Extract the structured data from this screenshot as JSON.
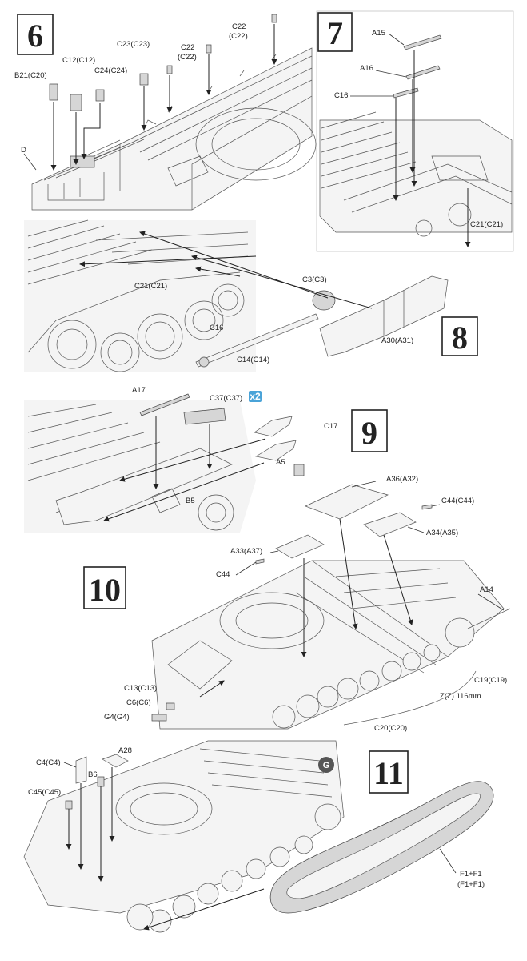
{
  "steps": {
    "s6": "6",
    "s7": "7",
    "s8": "8",
    "s9": "9",
    "s10": "10",
    "s11": "11"
  },
  "labels6": {
    "b21": "B21(C20)",
    "c12": "C12(C12)",
    "c23": "C23(C23)",
    "c24": "C24(C24)",
    "c22a": "C22",
    "c22a2": "(C22)",
    "c22b": "C22",
    "c22b2": "(C22)",
    "d": "D"
  },
  "labels7": {
    "a15": "A15",
    "a16": "A16",
    "c16": "C16",
    "c21": "C21(C21)"
  },
  "labels8": {
    "c21": "C21(C21)",
    "c16": "C16",
    "c3": "C3(C3)",
    "c14": "C14(C14)",
    "a30": "A30(A31)"
  },
  "labels9": {
    "a17": "A17",
    "c37": "C37(C37)",
    "x2": "x2",
    "c17": "C17",
    "a5": "A5",
    "b5": "B5"
  },
  "labels10": {
    "a36": "A36(A32)",
    "c44b": "C44(C44)",
    "a34": "A34(A35)",
    "a33": "A33(A37)",
    "c44": "C44",
    "a14": "A14",
    "c13": "C13(C13)",
    "c6": "C6(C6)",
    "g4": "G4(G4)",
    "c19": "C19(C19)",
    "z": "Z(Z) 116mm",
    "c20": "C20(C20)"
  },
  "labels11": {
    "c4": "C4(C4)",
    "a28": "A28",
    "b6": "B6",
    "c45": "C45(C45)",
    "g": "G",
    "f1": "F1+F1",
    "f1b": "(F1+F1)"
  }
}
